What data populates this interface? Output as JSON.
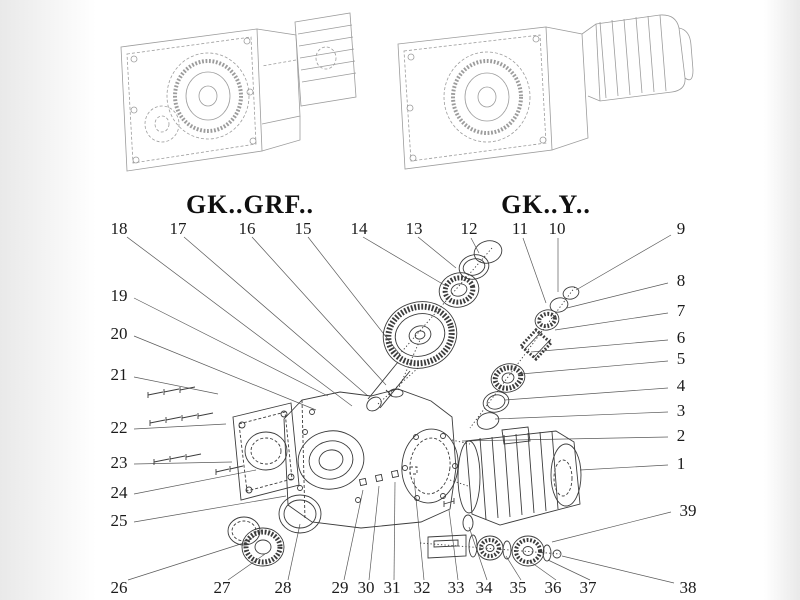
{
  "figure": {
    "left_model_label": "GK..GRF..",
    "right_model_label": "GK..Y.."
  },
  "callouts": [
    "18",
    "17",
    "16",
    "15",
    "14",
    "13",
    "12",
    "11",
    "10",
    "9",
    "8",
    "7",
    "6",
    "5",
    "4",
    "3",
    "2",
    "1",
    "39",
    "38",
    "19",
    "20",
    "21",
    "22",
    "23",
    "24",
    "25",
    "26",
    "27",
    "28",
    "29",
    "30",
    "31",
    "32",
    "33",
    "34",
    "35",
    "36",
    "37"
  ]
}
